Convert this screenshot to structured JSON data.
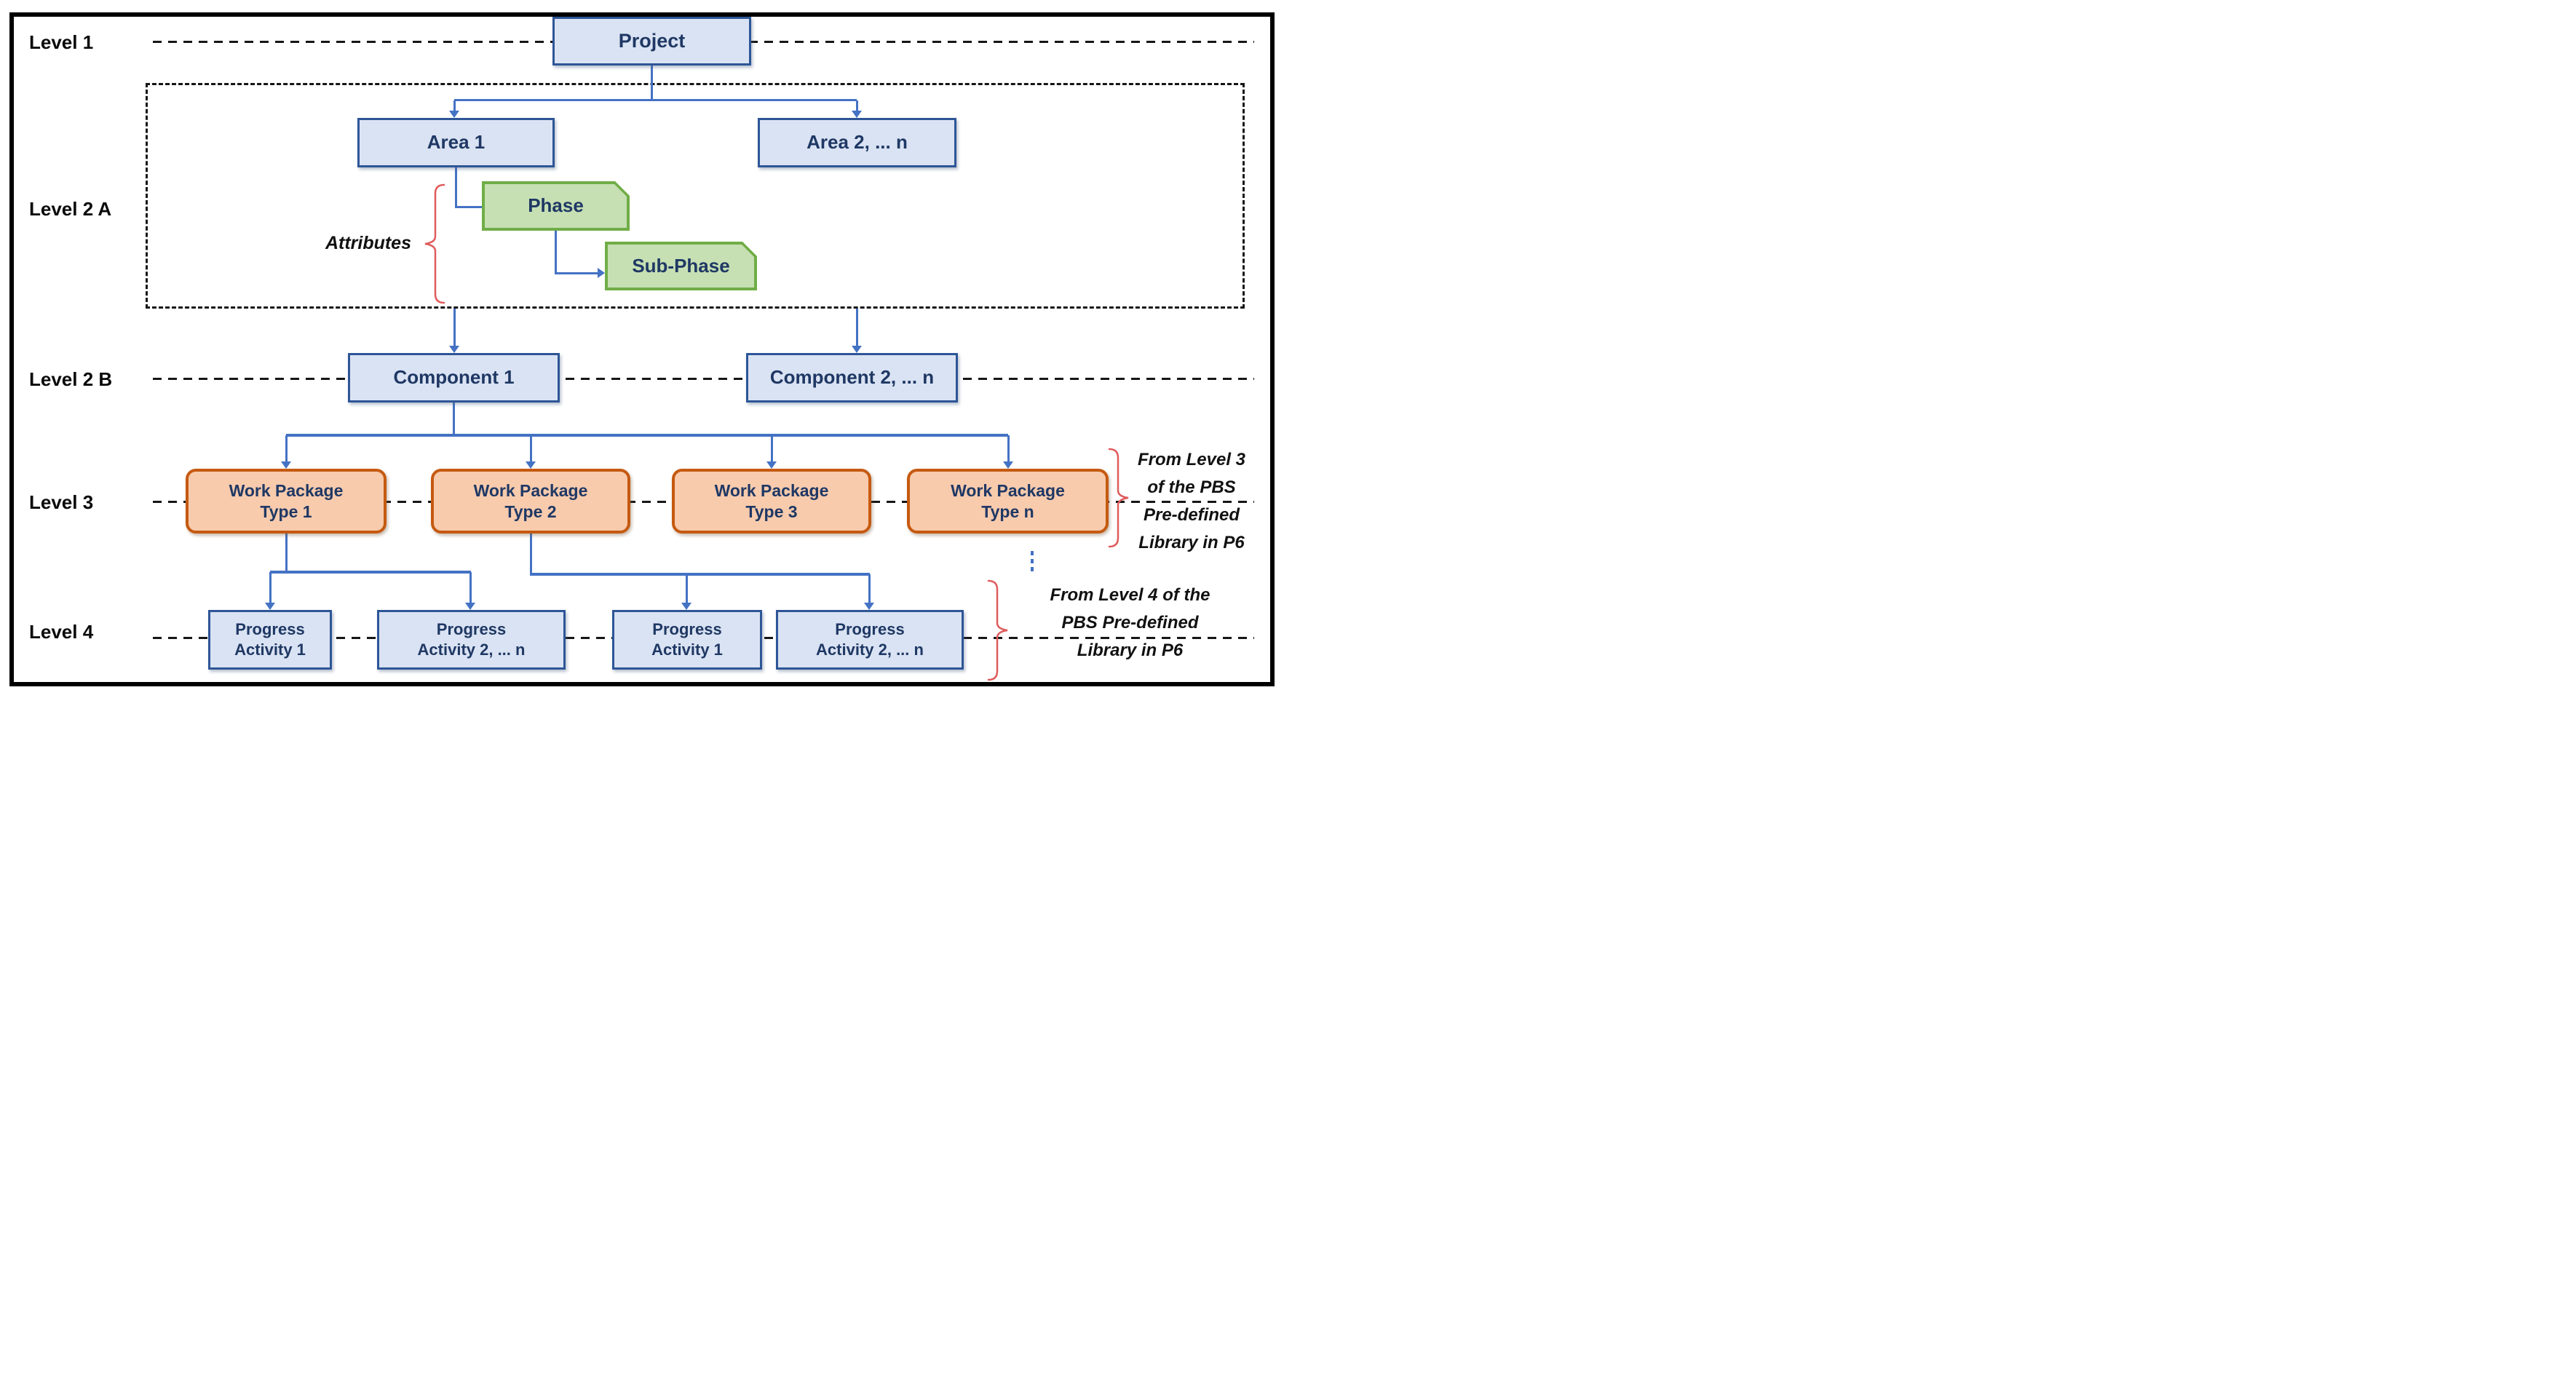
{
  "levels": {
    "l1": {
      "label": "Level 1"
    },
    "l2a": {
      "label": "Level 2 A"
    },
    "l2b": {
      "label": "Level 2 B"
    },
    "l3": {
      "label": "Level 3"
    },
    "l4": {
      "label": "Level 4"
    }
  },
  "nodes": {
    "project": {
      "label": "Project"
    },
    "area1": {
      "label": "Area 1"
    },
    "area2": {
      "label": "Area 2, ... n"
    },
    "phase": {
      "label": "Phase"
    },
    "subphase": {
      "label": "Sub-Phase"
    },
    "component1": {
      "label": "Component 1"
    },
    "component2": {
      "label": "Component 2, ... n"
    },
    "wp1": {
      "line1": "Work Package",
      "line2": "Type 1"
    },
    "wp2": {
      "line1": "Work Package",
      "line2": "Type 2"
    },
    "wp3": {
      "line1": "Work Package",
      "line2": "Type 3"
    },
    "wpn": {
      "line1": "Work Package",
      "line2": "Type n"
    },
    "pa1a": {
      "line1": "Progress",
      "line2": "Activity 1"
    },
    "pa2a": {
      "line1": "Progress",
      "line2": "Activity 2, ... n"
    },
    "pa1b": {
      "line1": "Progress",
      "line2": "Activity 1"
    },
    "pa2b": {
      "line1": "Progress",
      "line2": "Activity 2, ... n"
    }
  },
  "annotations": {
    "attributes_label": "Attributes",
    "level3_note": {
      "line1": "From Level 3",
      "line2": "of the PBS",
      "line3": "Pre-defined",
      "line4": "Library in P6"
    },
    "level4_note": {
      "line1": "From Level 4 of the",
      "line2": "PBS Pre-defined",
      "line3": "Library in P6"
    },
    "ellipsis_icon": "vertical-ellipsis"
  },
  "colors": {
    "blue_fill": "#dae3f3",
    "blue_border": "#2e5697",
    "green_fill": "#c6e0b4",
    "green_border": "#70ad47",
    "orange_fill": "#f8cbad",
    "orange_border": "#c55a11",
    "connector_blue": "#4472c4",
    "brace_red": "#e05c5c",
    "node_text": "#1f3864",
    "frame_black": "#000000"
  }
}
